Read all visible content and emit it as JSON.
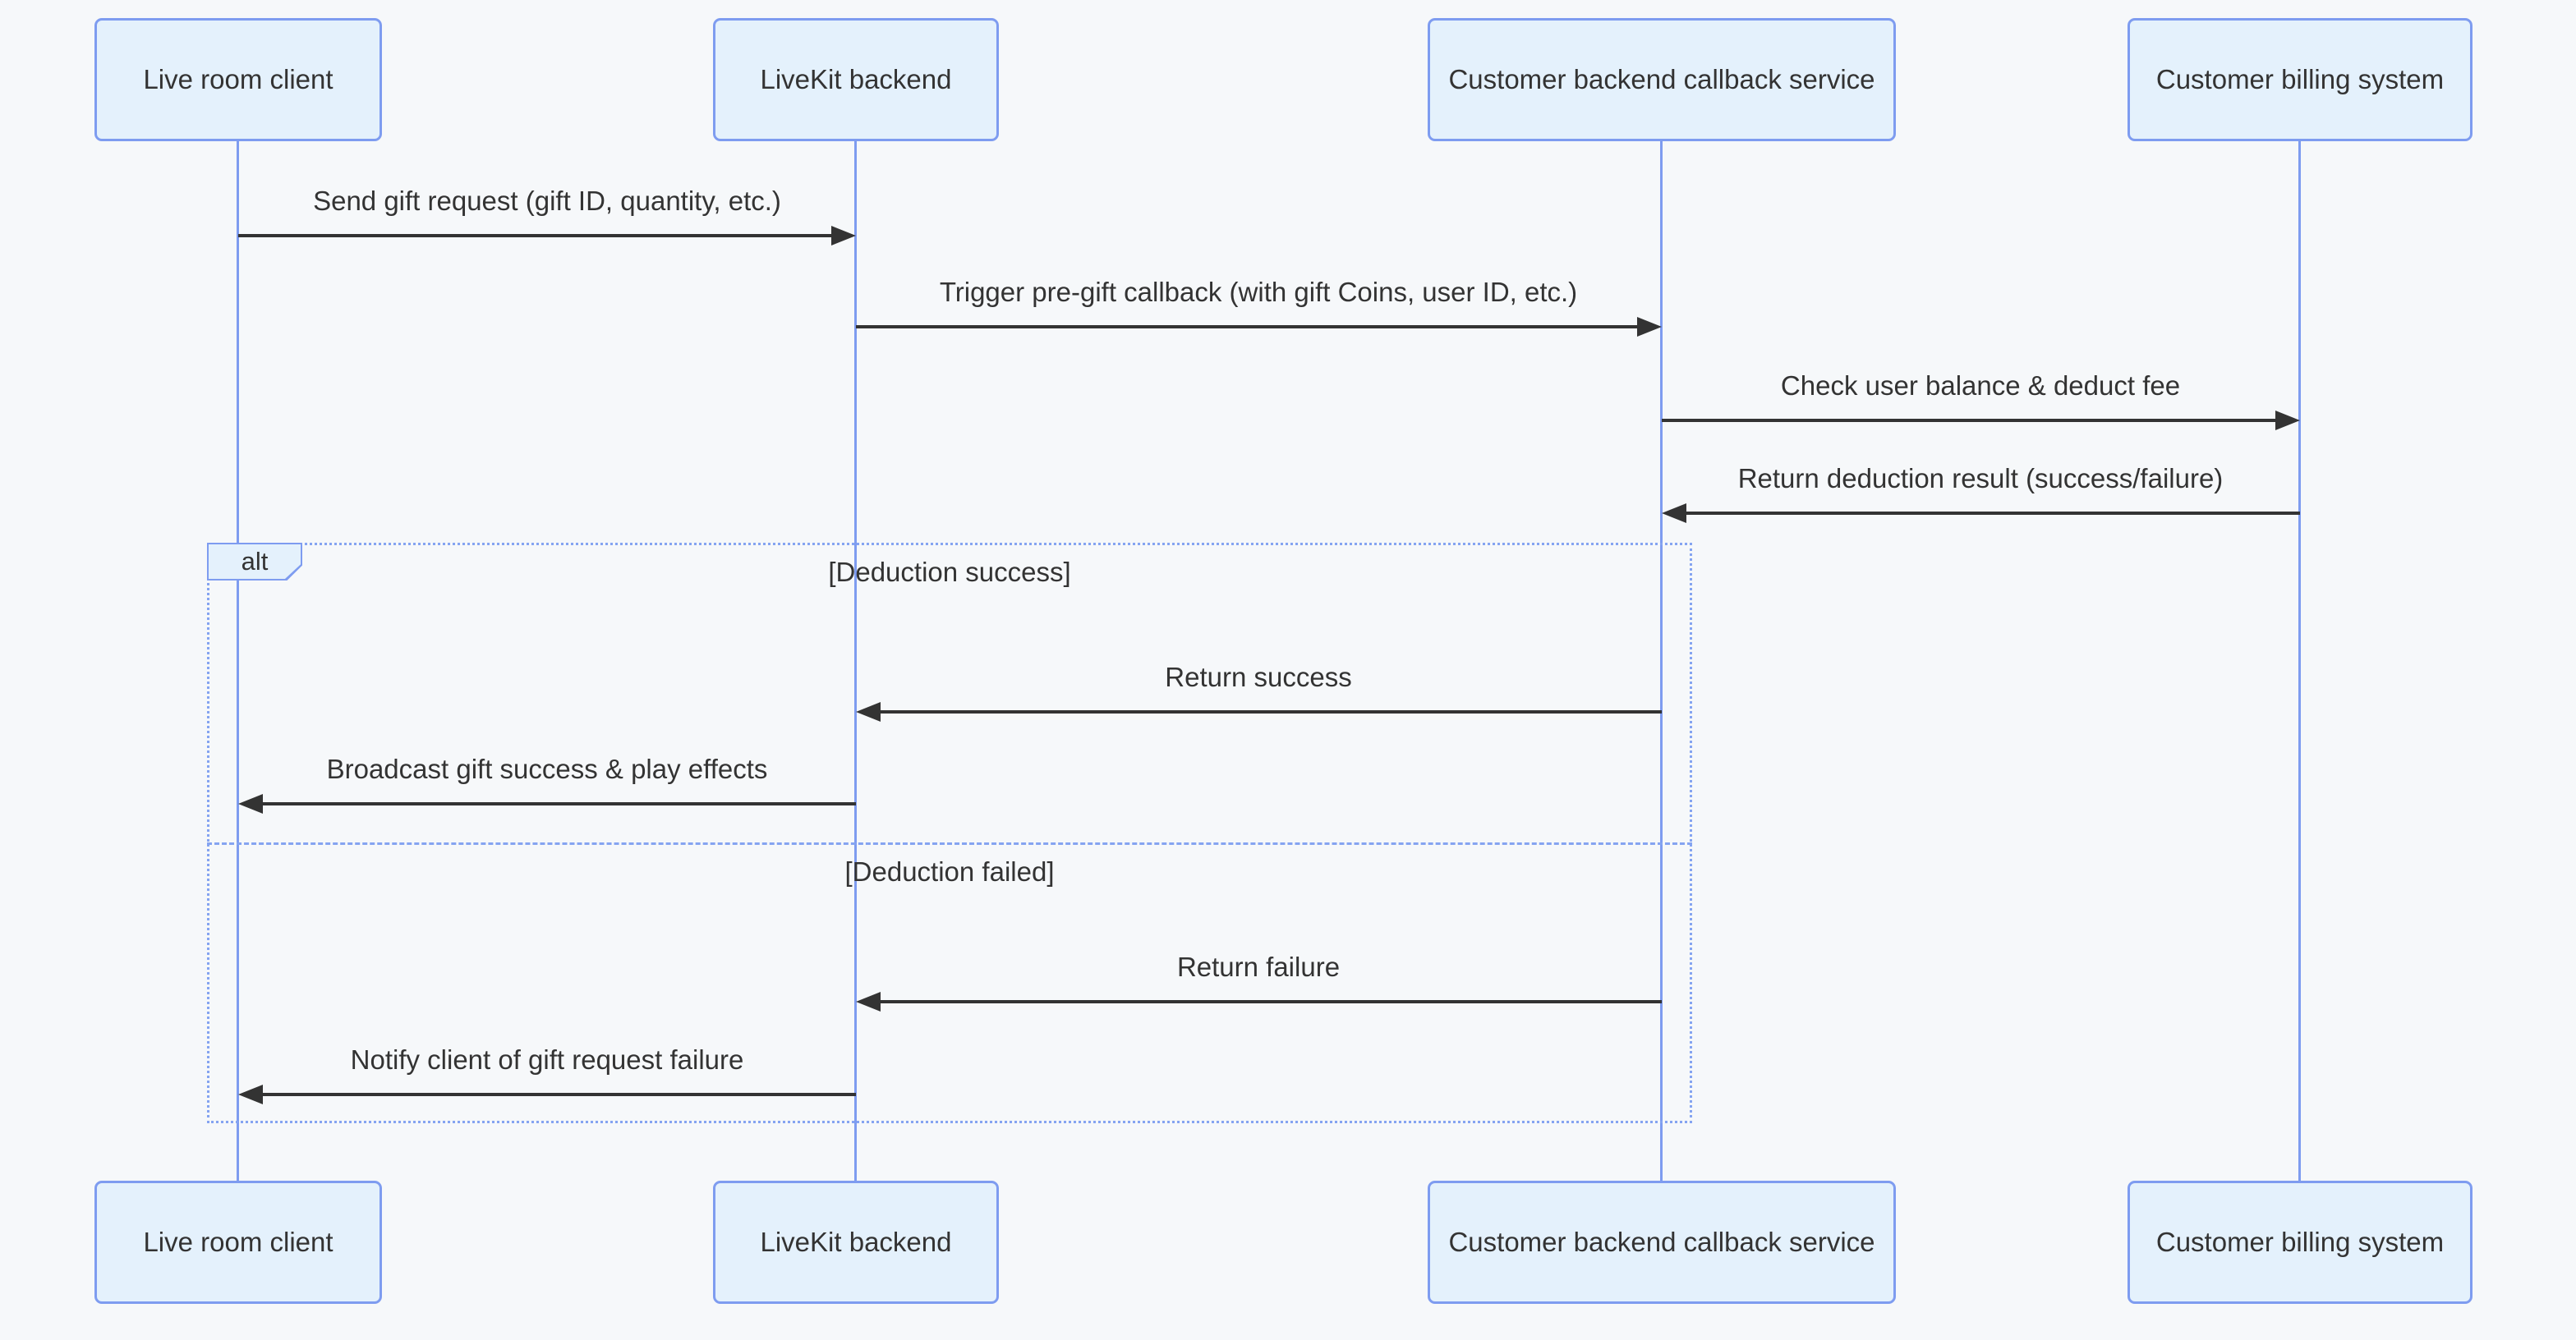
{
  "diagram_type": "sequence",
  "participants": [
    {
      "label": "Live room client"
    },
    {
      "label": "LiveKit backend"
    },
    {
      "label": "Customer backend callback service"
    },
    {
      "label": "Customer billing system"
    }
  ],
  "messages": [
    {
      "label": "Send gift request (gift ID, quantity, etc.)",
      "from": "Live room client",
      "to": "LiveKit backend",
      "direction": "right"
    },
    {
      "label": "Trigger pre-gift callback (with gift Coins, user ID, etc.)",
      "from": "LiveKit backend",
      "to": "Customer backend callback service",
      "direction": "right"
    },
    {
      "label": "Check user balance & deduct fee",
      "from": "Customer backend callback service",
      "to": "Customer billing system",
      "direction": "right"
    },
    {
      "label": "Return deduction result (success/failure)",
      "from": "Customer billing system",
      "to": "Customer backend callback service",
      "direction": "left"
    }
  ],
  "alt_block": {
    "keyword": "alt",
    "branches": [
      {
        "condition": "[Deduction success]",
        "messages": [
          {
            "label": "Return success",
            "from": "Customer backend callback service",
            "to": "LiveKit backend",
            "direction": "left"
          },
          {
            "label": "Broadcast gift success & play effects",
            "from": "LiveKit backend",
            "to": "Live room client",
            "direction": "left"
          }
        ]
      },
      {
        "condition": "[Deduction failed]",
        "messages": [
          {
            "label": "Return failure",
            "from": "Customer backend callback service",
            "to": "LiveKit backend",
            "direction": "left"
          },
          {
            "label": "Notify client of gift request failure",
            "from": "LiveKit backend",
            "to": "Live room client",
            "direction": "left"
          }
        ]
      }
    ]
  },
  "colors": {
    "background": "#F6F8FA",
    "participant_fill": "#E4F1FC",
    "participant_border": "#7E9CF0",
    "lifeline": "#7E9CF0",
    "frame_border": "#85A4F1",
    "arrow": "#333333",
    "text": "#333333"
  }
}
